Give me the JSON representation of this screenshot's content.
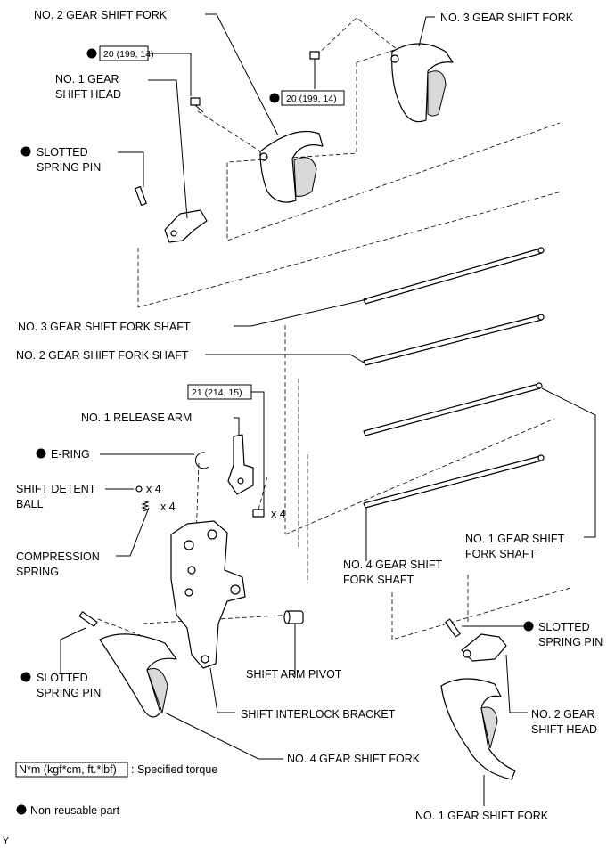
{
  "labels": {
    "no2_gear_shift_fork": "NO. 2 GEAR SHIFT FORK",
    "no3_gear_shift_fork": "NO. 3 GEAR SHIFT FORK",
    "no1_gear_shift_head_l1": "NO. 1 GEAR",
    "no1_gear_shift_head_l2": "SHIFT HEAD",
    "slotted_spring_pin_top_l1": "SLOTTED",
    "slotted_spring_pin_top_l2": "SPRING PIN",
    "no3_gear_shift_fork_shaft": "NO. 3 GEAR SHIFT FORK SHAFT",
    "no2_gear_shift_fork_shaft": "NO. 2 GEAR SHIFT FORK SHAFT",
    "no1_release_arm": "NO. 1 RELEASE ARM",
    "e_ring": "E-RING",
    "shift_detent_ball_l1": "SHIFT DETENT",
    "shift_detent_ball_l2": "BALL",
    "qty_x4_ball": "x 4",
    "qty_x4_spring": "x 4",
    "qty_x4_bolt": "x 4",
    "compression_spring_l1": "COMPRESSION",
    "compression_spring_l2": "SPRING",
    "no1_gear_shift_fork_shaft_l1": "NO. 1 GEAR SHIFT",
    "no1_gear_shift_fork_shaft_l2": "FORK SHAFT",
    "no4_gear_shift_fork_shaft_l1": "NO. 4 GEAR SHIFT",
    "no4_gear_shift_fork_shaft_l2": "FORK SHAFT",
    "slotted_spring_pin_right_l1": "SLOTTED",
    "slotted_spring_pin_right_l2": "SPRING PIN",
    "slotted_spring_pin_left_l1": "SLOTTED",
    "slotted_spring_pin_left_l2": "SPRING PIN",
    "shift_arm_pivot": "SHIFT ARM PIVOT",
    "shift_interlock_bracket": "SHIFT INTERLOCK BRACKET",
    "no2_gear_shift_head_l1": "NO. 2 GEAR",
    "no2_gear_shift_head_l2": "SHIFT HEAD",
    "no4_gear_shift_fork": "NO. 4 GEAR SHIFT FORK",
    "no1_gear_shift_fork": "NO. 1 GEAR SHIFT FORK"
  },
  "torques": {
    "t1": "20 (199, 14)",
    "t2": "20 (199, 14)",
    "t3": "21 (214, 15)"
  },
  "legend": {
    "torque_box": "N*m (kgf*cm, ft.*lbf)",
    "torque_desc": ": Specified torque",
    "non_reusable": "Non-reusable part"
  },
  "footer_mark": "Y"
}
